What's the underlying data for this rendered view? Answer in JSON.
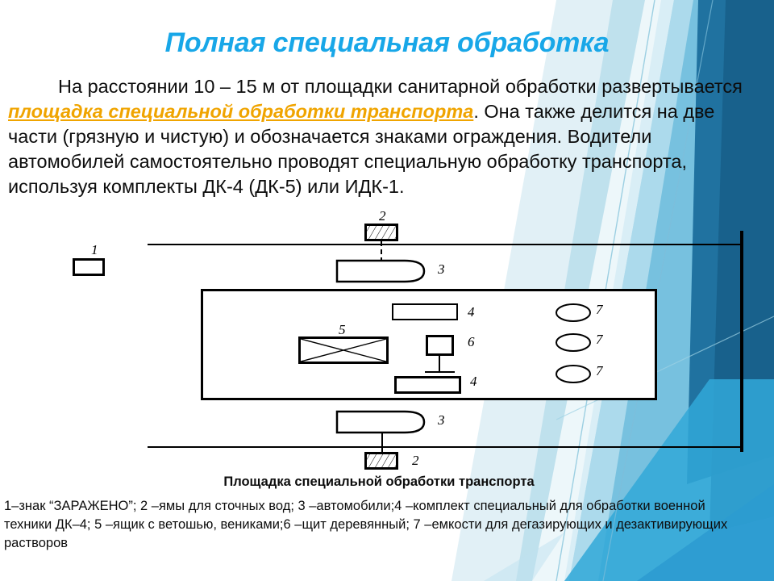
{
  "slide": {
    "title": "Полная специальная обработка",
    "body": {
      "part1": "На расстоянии 10 – 15 м от площадки санитарной обработки развертывается ",
      "highlight": "площадка специальной обработки транспорта",
      "part2": ". Она также делится на две части (грязную и чистую) и обозначается знаками ограждения. Водители автомобилей самостоятельно проводят специальную обработку транспорта, используя комплекты ДК-4 (ДК-5) или ИДК-1."
    },
    "caption": "Площадка специальной обработки транспорта",
    "legend": "1–знак “ЗАРАЖЕНО”; 2 –ямы для сточных вод; 3 –автомобили;4 –комплект специальный для обработки военной техники ДК–4; 5 –ящик с ветошью, вениками;6 –щит деревянный; 7 –емкости для дегазирующих и дезактивирующих растворов"
  },
  "colors": {
    "title": "#18A7E8",
    "highlight": "#F0A400",
    "text": "#0d0d0d",
    "accent_dark_blue": "#1B6E9C",
    "accent_mid_blue": "#2C9BD0",
    "accent_light_blue": "#7FC4DF",
    "accent_pale_blue": "#C9E4EF",
    "line": "#000000"
  },
  "diagram": {
    "labels": {
      "sign_zarazheno": "1",
      "pit_top": "2",
      "vehicle_top": "3",
      "kit_top": "4",
      "rag_box": "5",
      "wooden_shield": "6",
      "tank_1": "7",
      "tank_2": "7",
      "tank_3": "7",
      "kit_bottom": "4",
      "vehicle_bottom": "3",
      "pit_bottom": "2"
    }
  }
}
